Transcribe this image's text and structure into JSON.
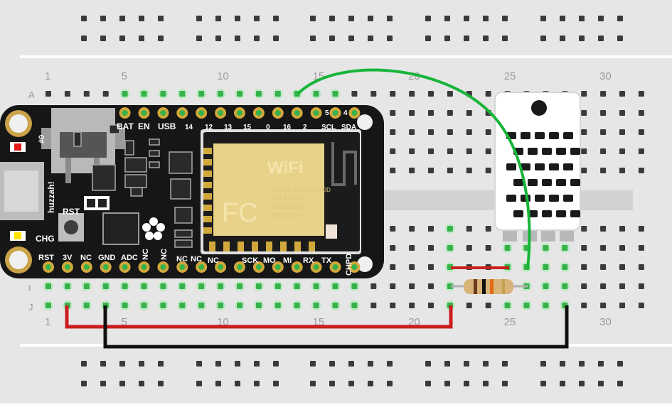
{
  "breadboard": {
    "column_numbers": [
      "1",
      "5",
      "10",
      "15",
      "20",
      "25",
      "30"
    ],
    "row_letters_top": [
      "A"
    ],
    "row_letters_bottom": [
      "I",
      "J"
    ]
  },
  "feather": {
    "top_pin_labels": [
      "BAT",
      "EN",
      "USB",
      "14",
      "12",
      "13",
      "15",
      "0",
      "16",
      "2",
      "SCL",
      "SDA"
    ],
    "top_small_labels": [
      "5",
      "4"
    ],
    "bottom_pin_labels": [
      "RST",
      "3V",
      "NC",
      "GND",
      "ADC",
      "NC",
      "NC",
      "NC",
      "NC",
      "NC",
      "SCK",
      "MO",
      "MI",
      "RX",
      "TX",
      "CHPD"
    ],
    "rst_label": "RST",
    "chg_label": "CHG",
    "huzzah_label": "huzzah!",
    "led_label": "#0"
  },
  "esp_module": {
    "wifi_label": "WiFi",
    "fc_label": "FC",
    "text_lines": [
      "MODEL ESP8266MOD",
      "ISM 2.4GHz",
      "PA +25dBm",
      "802.11b/g/n"
    ]
  },
  "colors": {
    "breadboard": "#e6e6e6",
    "hole": "#3a3a3a",
    "active_hole": "#36b24a",
    "board": "#161616",
    "gold": "#d1a83c",
    "wire_green": "#18b43a",
    "wire_red": "#cc1d1d",
    "wire_black": "#111111",
    "sensor": "#ffffff"
  }
}
